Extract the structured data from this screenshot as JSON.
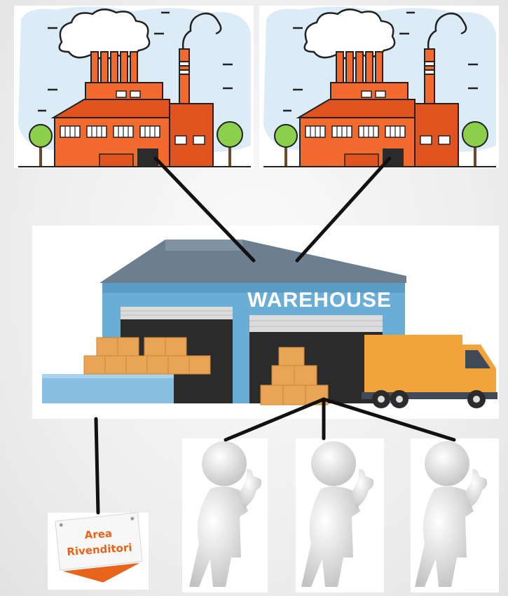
{
  "factories": [
    {
      "name": "factory-left"
    },
    {
      "name": "factory-right"
    }
  ],
  "warehouse": {
    "label": "WAREHOUSE"
  },
  "reseller_tag": {
    "line1": "Area",
    "line2": "Rivenditori"
  },
  "people": [
    {
      "name": "person-thumbs-up-1"
    },
    {
      "name": "person-thumbs-up-2"
    },
    {
      "name": "person-thumbs-up-3"
    }
  ],
  "colors": {
    "factory_orange": "#f26a2e",
    "sky": "#dcecf7",
    "warehouse_blue": "#6aaed6",
    "roof_gray": "#6b7f8f",
    "box_tan": "#e9a455",
    "truck_yellow": "#f2a33a",
    "tag_orange": "#e8641b",
    "line": "#111111"
  }
}
